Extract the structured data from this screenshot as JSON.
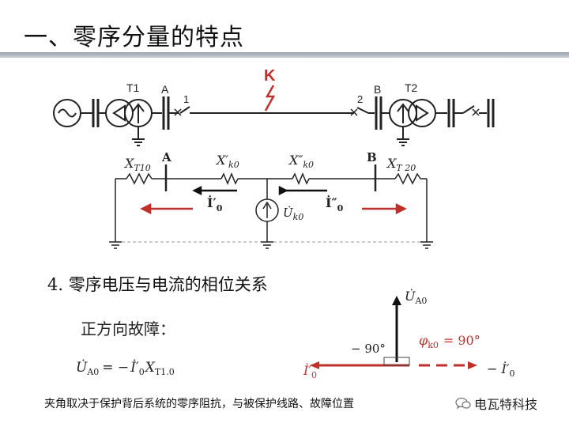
{
  "title": "一、零序分量的特点",
  "circuit": {
    "fault_label": "K",
    "bus_a": "A",
    "bus_b": "B",
    "transformer_1": "T1",
    "transformer_2": "T2",
    "breaker_1": "1",
    "breaker_2": "2"
  },
  "equivalent": {
    "x_t10": {
      "main": "X",
      "sub": "T10"
    },
    "x_k0_prime": {
      "main": "X′",
      "sub": "k0"
    },
    "x_k0_double": {
      "main": "X″",
      "sub": "k0"
    },
    "x_t20": {
      "main": "X",
      "sub": "T 20"
    },
    "bus_a": "A",
    "bus_b": "B",
    "i0_prime": {
      "main": "İ′",
      "sub": "0"
    },
    "i0_double": {
      "main": "İ″",
      "sub": "0"
    },
    "uk0": {
      "main": "U̇",
      "sub": "k0"
    }
  },
  "section_heading": "4. 零序电压与电流的相位关系",
  "positive_direction": "正方向故障：",
  "formula": {
    "lhs_main": "U̇",
    "lhs_sub": "A0",
    "eq": "= −",
    "i_main": "İ′",
    "i_sub": "0",
    "x_main": "X",
    "x_sub": "T1.0"
  },
  "phasor": {
    "ua0": {
      "main": "U̇",
      "sub": "A0"
    },
    "angle_left": "− 90°",
    "phi": {
      "main": "φ",
      "sub": "k0",
      "rest": "= 90°"
    },
    "i0_left": {
      "main": "İ′",
      "sub": "0"
    },
    "i0_right": {
      "prefix": "− İ′",
      "sub": "0"
    }
  },
  "caption": "夹角取决于保护背后系统的零序阻抗，与被保护线路、故障位置",
  "brand": "电瓦特科技",
  "colors": {
    "red": "#c0302a",
    "title_bar": "#a8b0b8"
  }
}
